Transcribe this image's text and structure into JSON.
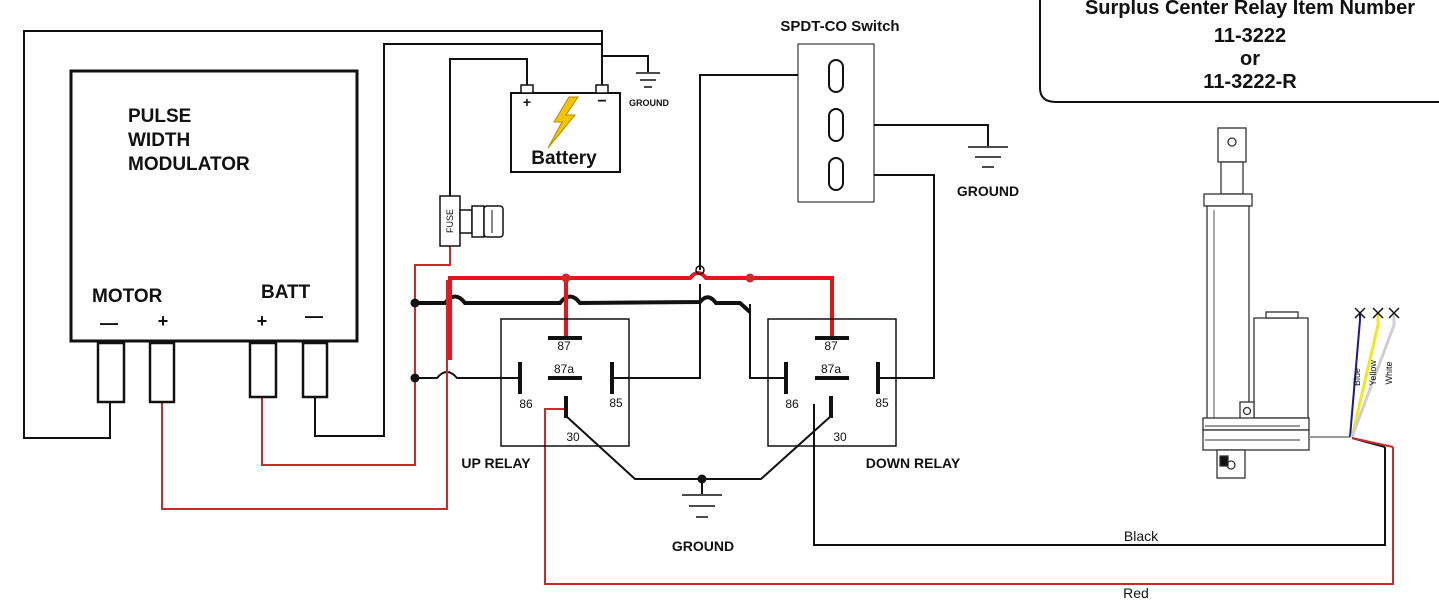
{
  "title_box": {
    "line1": "Surplus Center Relay Item Number",
    "line2": "11-3222",
    "line3": "or",
    "line4": "11-3222-R"
  },
  "pwm": {
    "title_line1": "PULSE",
    "title_line2": "WIDTH",
    "title_line3": "MODULATOR",
    "motor_label": "MOTOR",
    "batt_label": "BATT",
    "minus": "—",
    "plus": "+"
  },
  "battery": {
    "label": "Battery",
    "plus": "+",
    "minus": "−"
  },
  "fuse": {
    "label": "FUSE"
  },
  "switch": {
    "title": "SPDT-CO Switch"
  },
  "grounds": {
    "battery_ground": "GROUND",
    "switch_ground": "GROUND",
    "relay_ground": "GROUND"
  },
  "up_relay": {
    "name": "UP RELAY",
    "pin87": "87",
    "pin87a": "87a",
    "pin86": "86",
    "pin85": "85",
    "pin30": "30"
  },
  "down_relay": {
    "name": "DOWN RELAY",
    "pin87": "87",
    "pin87a": "87a",
    "pin86": "86",
    "pin85": "85",
    "pin30": "30"
  },
  "actuator": {
    "wire_blue": "Blue",
    "wire_yellow": "Yellow",
    "wire_white": "White"
  },
  "wires": {
    "black": "Black",
    "red": "Red"
  },
  "colors": {
    "wire_black": "#111111",
    "wire_red": "#cc2a2a",
    "wire_bright_red": "#e8141b",
    "wire_blue": "#1a1a8a",
    "wire_yellow": "#f2e81a",
    "bolt": "#f5c400"
  }
}
